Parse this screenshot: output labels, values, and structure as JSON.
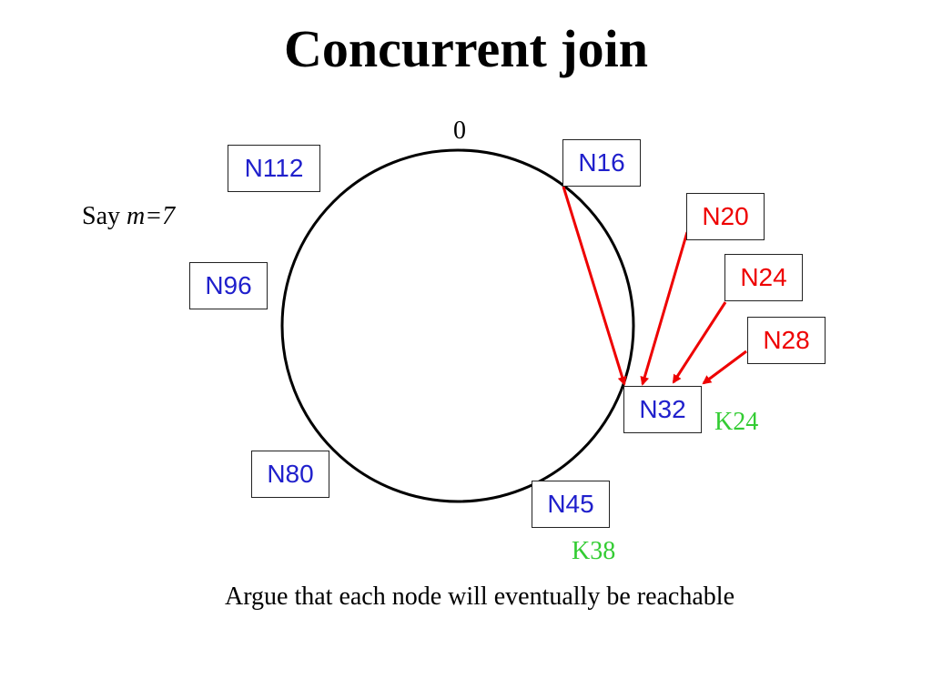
{
  "title": "Concurrent join",
  "ring_origin_label": "0",
  "param_note": {
    "prefix": "Say ",
    "expr": "m=7"
  },
  "ring_nodes": [
    {
      "id": "N16"
    },
    {
      "id": "N112"
    },
    {
      "id": "N96"
    },
    {
      "id": "N80"
    },
    {
      "id": "N45"
    },
    {
      "id": "N32"
    }
  ],
  "joining_nodes": [
    {
      "id": "N20"
    },
    {
      "id": "N24"
    },
    {
      "id": "N28"
    }
  ],
  "keys": [
    "K24",
    "K38"
  ],
  "caption": "Argue that each node will eventually be reachable",
  "colors": {
    "ring_node_text": "#2020cc",
    "joining_node_text": "#ee0000",
    "key_text": "#33cc33",
    "arrow": "#ee0000"
  }
}
